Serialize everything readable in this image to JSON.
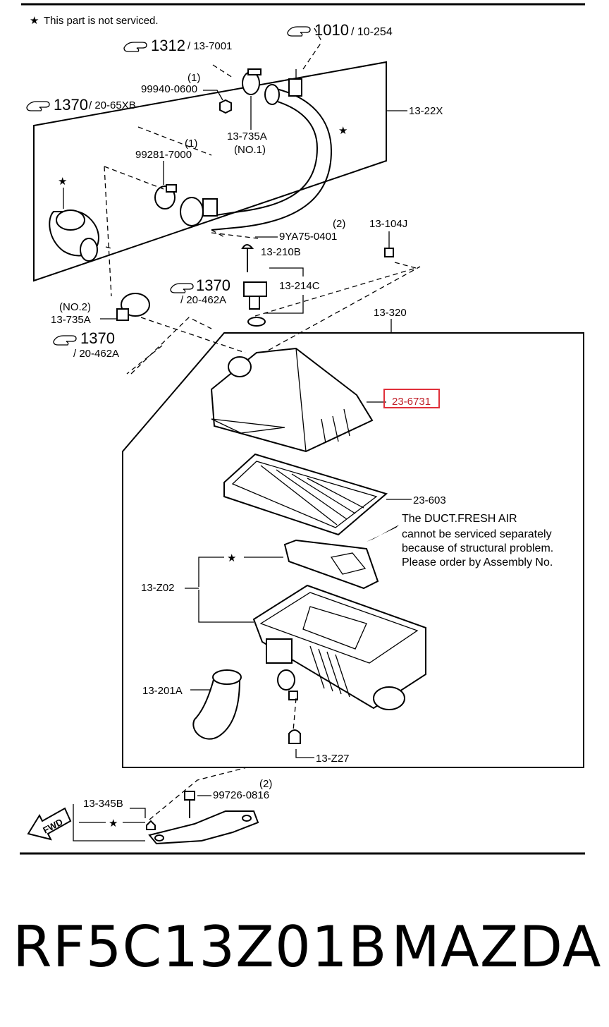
{
  "legend": {
    "symbol": "★",
    "text": "This part is not serviced."
  },
  "refs": {
    "r1010_num": "1010",
    "r1010_sub": "/ 10-254",
    "r1312_num": "1312",
    "r1312_sub": "/ 13-7001",
    "r1370a_num": "1370",
    "r1370a_sub": "/ 20-65XB",
    "r1370b_num": "1370",
    "r1370b_sub": "/ 20-462A",
    "r1370c_num": "1370",
    "r1370c_sub": "/ 20-462A"
  },
  "labels": {
    "p99940_qty": "(1)",
    "p99940": "99940-0600",
    "p99281_qty": "(1)",
    "p99281": "99281-7000",
    "p13735A_top": "13-735A",
    "p13735A_top_no": "(NO.1)",
    "p1322X": "13-22X",
    "p9YA75_qty": "(2)",
    "p9YA75": "9YA75-0401",
    "p13104J": "13-104J",
    "p13210B": "13-210B",
    "p13214C": "13-214C",
    "p13735A_no": "(NO.2)",
    "p13735A": "13-735A",
    "p13320": "13-320",
    "p236731": "23-6731",
    "p23603": "23-603",
    "p13Z02": "13-Z02",
    "p13201A": "13-201A",
    "p13Z27": "13-Z27",
    "p13345B": "13-345B",
    "p99726_qty": "(2)",
    "p99726": "99726-0816",
    "fwd": "FWD",
    "star": "★"
  },
  "note": {
    "line1": "The DUCT.FRESH AIR",
    "line2": "cannot be serviced separately",
    "line3": "because of structural problem.",
    "line4": "Please order by Assembly No."
  },
  "footer": {
    "part_number": "RF5C13Z01B",
    "brand": "MAZDA"
  },
  "colors": {
    "highlight": "#e0303a",
    "ink": "#000000"
  }
}
